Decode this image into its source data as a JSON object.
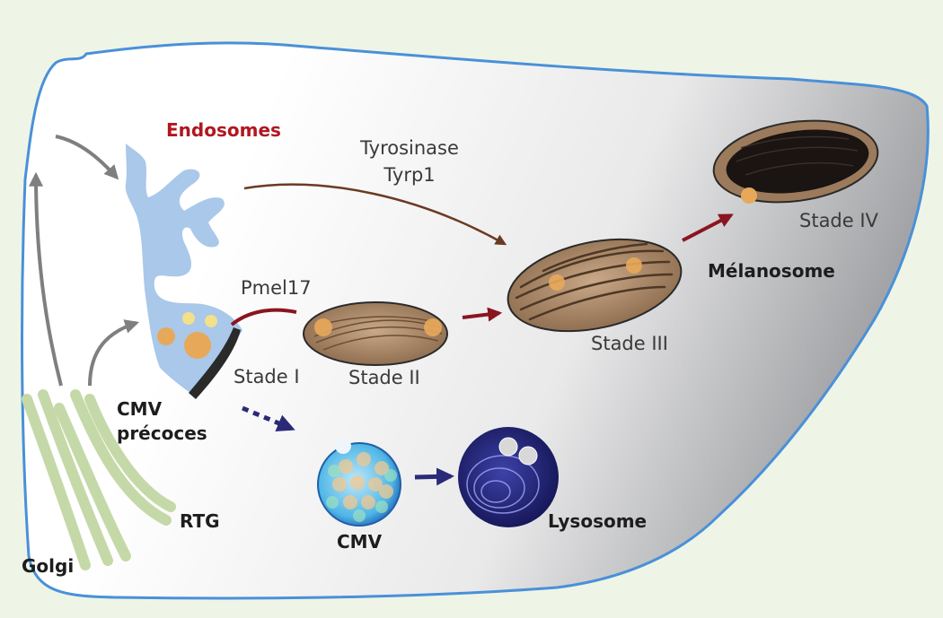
{
  "labels": {
    "endosomes": "Endosomes",
    "tyrosinase": "Tyrosinase",
    "tyrp1": "Tyrp1",
    "pmel17": "Pmel17",
    "stade_1": "Stade I",
    "stade_2": "Stade II",
    "stade_3": "Stade III",
    "stade_4": "Stade IV",
    "melanosome": "Mélanosome",
    "cmv_precoces_line1": "CMV",
    "cmv_precoces_line2": "précoces",
    "rtg": "RTG",
    "golgi": "Golgi",
    "cmv": "CMV",
    "lysosome": "Lysosome"
  },
  "colors": {
    "background": "#eef5e6",
    "cell_outline": "#4a90d9",
    "endosome": "#a9c8ea",
    "golgi": "#c5d9a8",
    "melanosome_body": "#9c7a5c",
    "melanin": "#1a1412",
    "arrow_brown": "#6b3a22",
    "arrow_dark_red": "#8a1520",
    "arrow_grey": "#7f7f7f",
    "arrow_navy": "#2b2a78",
    "title_red": "#b0171f"
  }
}
